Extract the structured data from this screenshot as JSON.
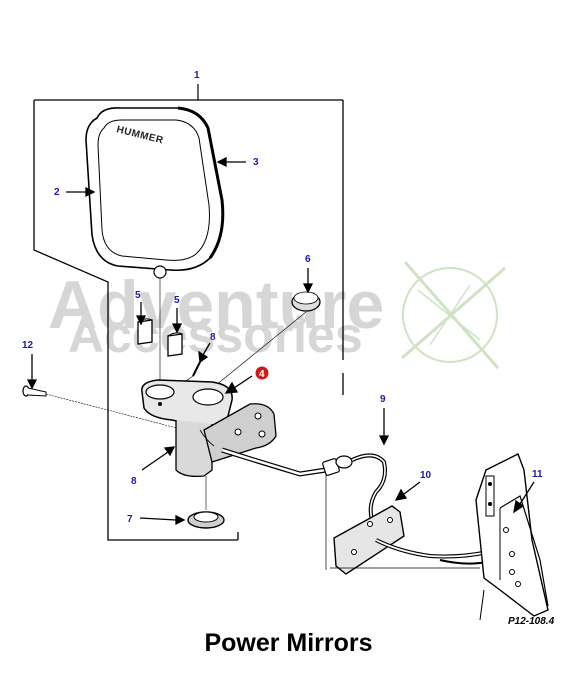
{
  "title": "Power Mirrors",
  "reference_code": "P12-108.4",
  "watermark": {
    "line1": "Adventure",
    "line2": "Accessories"
  },
  "mirror_brand": "HUMMER",
  "colors": {
    "callout_blue": "#1a1aa6",
    "highlight_red": "#d01818",
    "watermark_gray": "#d6d6d6",
    "line_black": "#000000"
  },
  "callouts": {
    "c1": "1",
    "c2": "2",
    "c3": "3",
    "c4": "4",
    "c5a": "5",
    "c5b": "5",
    "c6": "6",
    "c7": "7",
    "c8a": "8",
    "c8b": "8",
    "c9": "9",
    "c10": "10",
    "c11": "11",
    "c12": "12"
  }
}
